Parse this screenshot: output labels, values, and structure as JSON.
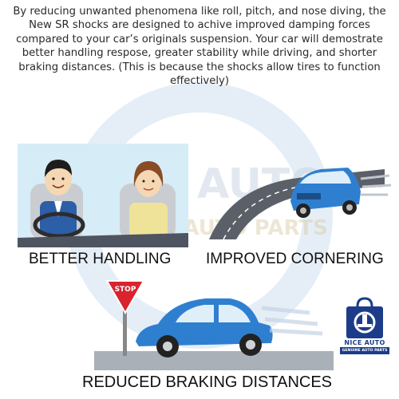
{
  "intro_text": "By reducing unwanted phenomena like roll, pitch, and nose diving, the New SR shocks are designed to achive improved damping forces compared to your car’s originals suspension. Your car will demostrate better handling respose, greater stability while driving, and shorter braking distances. (This is because the shocks allow tires to function effectively)",
  "captions": {
    "handling": "BETTER HANDLING",
    "cornering": "IMPROVED CORNERING",
    "braking": "REDUCED BRAKING DISTANCES"
  },
  "stop_sign_text": "STOP",
  "watermark": {
    "line1": "NICE AUTO",
    "line2": "GENUINE AUTO PARTS"
  },
  "logo": {
    "title": "NICE AUTO",
    "subtitle": "GENUINE AUTO PARTS"
  },
  "colors": {
    "car_blue": "#2f7fd0",
    "logo_blue": "#1c3c8a",
    "stop_red": "#d9232e",
    "panel_bg": "#d6ecf7"
  }
}
